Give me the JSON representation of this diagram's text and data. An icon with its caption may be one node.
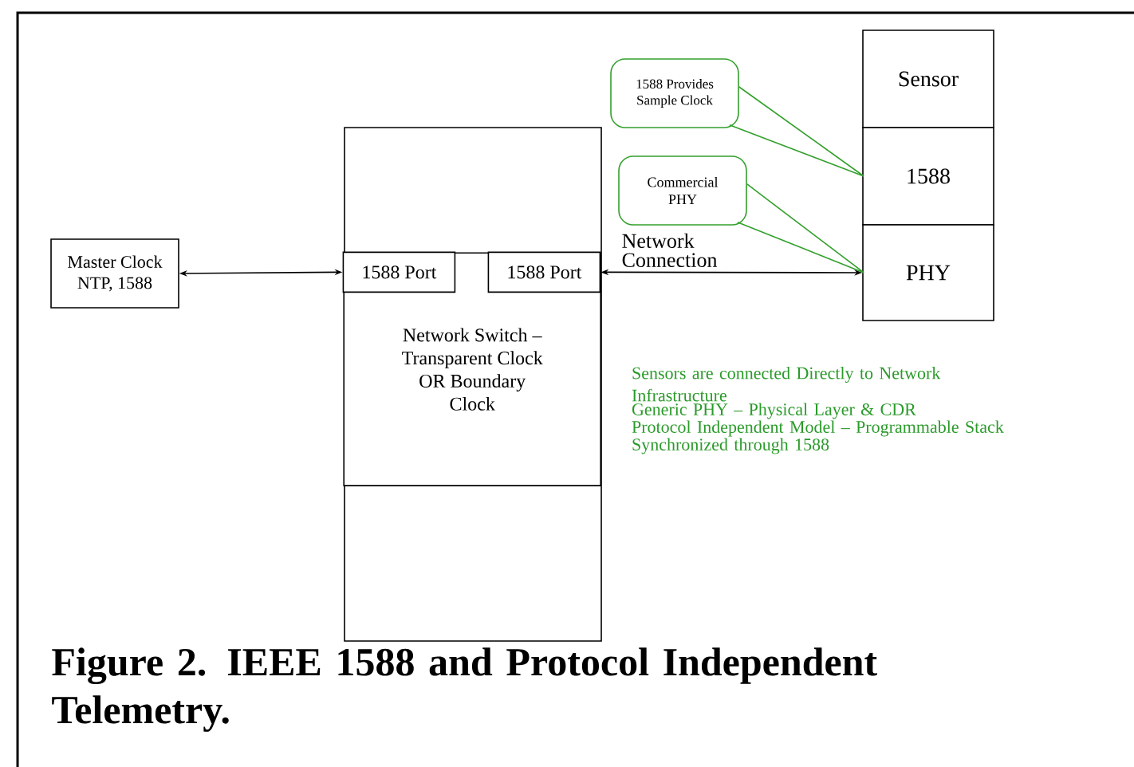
{
  "diagram": {
    "caption": "Figure 2. IEEE 1588 and Protocol Independent Telemetry.",
    "nodes": [
      {
        "text": [
          "Master Clock NTP, 1588"
        ]
      },
      {
        "text": [],
        "shape": "box"
      },
      {
        "text": [
          "Network Switch – Transparent Clock OR Boundary Clock"
        ],
        "in": 1
      },
      {
        "text": [
          "1588 Port"
        ],
        "in": 2
      },
      {
        "text": [
          "1588 Port"
        ],
        "in": 2
      },
      {
        "text": [
          "Sensor"
        ]
      },
      {
        "text": [
          "1588"
        ]
      },
      {
        "text": [
          "PHY"
        ]
      },
      {
        "text": [
          "1588 Provides Sample Clock"
        ]
      },
      {
        "text": [
          "Commercial PHY"
        ]
      }
    ],
    "edges": [
      {
        "from": 0,
        "to": 3,
        "arrow": "both"
      },
      {
        "from": 4,
        "to": 7,
        "arrow": "both",
        "label": "Network Connection"
      },
      {
        "from": 8,
        "to": 6,
        "arrow": "none",
        "color": "#33a02c"
      },
      {
        "from": 9,
        "to": 7,
        "arrow": "none",
        "color": "#33a02c"
      }
    ],
    "labels": [
      "Sensors are connected Directly to Network Infrastructure",
      "Generic PHY – Physical Layer & CDR",
      "Protocol Independent Model – Programmable Stack",
      "Synchronized through 1588"
    ]
  }
}
